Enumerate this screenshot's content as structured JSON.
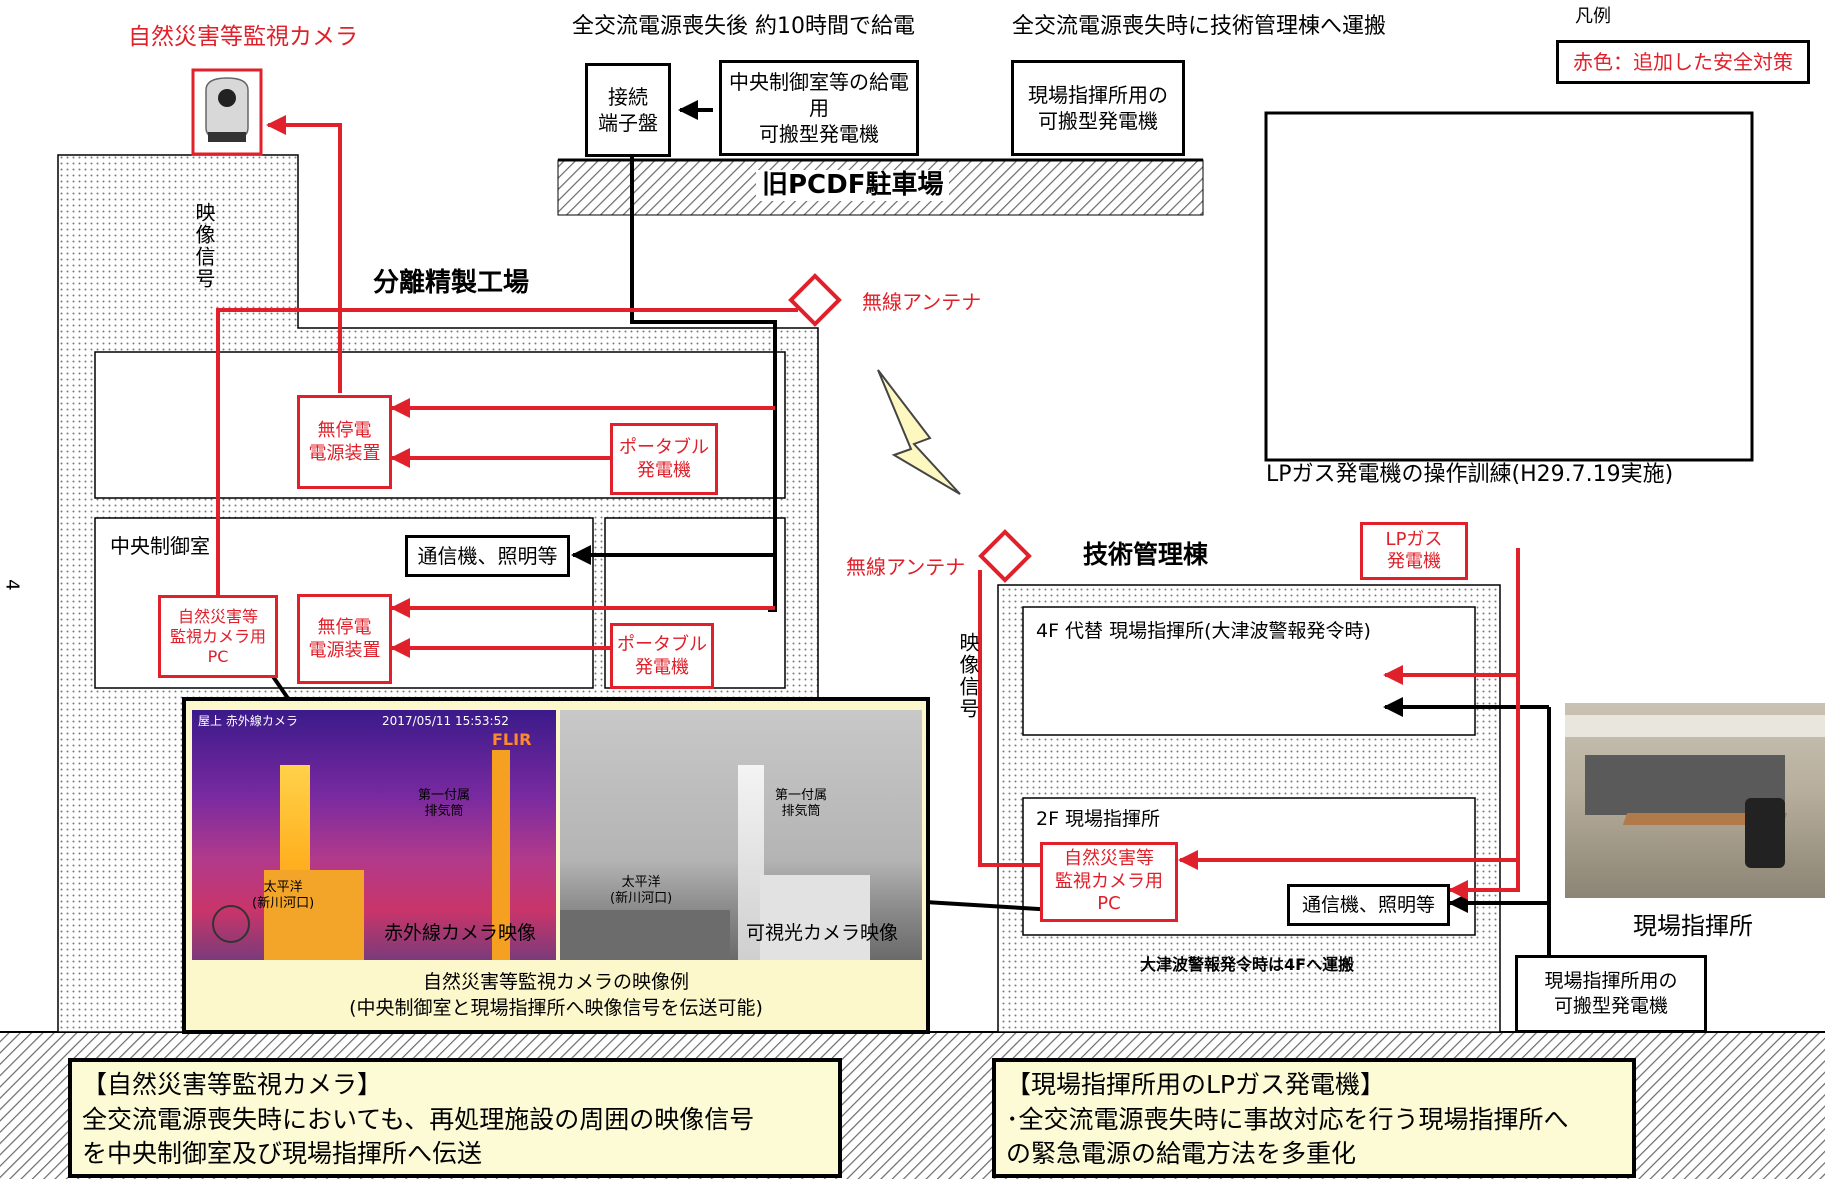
{
  "legend": {
    "title": "凡例",
    "item": "赤色：追加した安全対策"
  },
  "top": {
    "caption_left": "全交流電源喪失後 約10時間で給電",
    "caption_right": "全交流電源喪失時に技術管理棟へ運搬",
    "terminal_board": [
      "接続",
      "端子盤"
    ],
    "central_generator": [
      "中央制御室等の給電用",
      "可搬型発電機"
    ],
    "site_generator": [
      "現場指揮所用の",
      "可搬型発電機"
    ],
    "parking_label": "旧PCDF駐車場"
  },
  "camera": {
    "label": "自然災害等監視カメラ"
  },
  "plant": {
    "title": "分離精製工場",
    "video_signal": "映像信号",
    "antenna": "無線アンテナ",
    "ups_upper": [
      "無停電",
      "電源装置"
    ],
    "portable_upper": [
      "ポータブル",
      "発電機"
    ],
    "control_room": "中央制御室",
    "comm_light": "通信機、照明等",
    "camera_pc": [
      "自然災害等",
      "監視カメラ用",
      "PC"
    ],
    "ups_lower": [
      "無停電",
      "電源装置"
    ],
    "portable_lower": [
      "ポータブル",
      "発電機"
    ]
  },
  "page_number": "4",
  "video": {
    "ir_header": "屋上 赤外線カメラ",
    "ir_timestamp": "2017/05/11  15:53:52",
    "ir_brand": "FLIR",
    "stack_label": [
      "第一付属",
      "排気筒"
    ],
    "sea_label": [
      "太平洋",
      "(新川河口)"
    ],
    "ir_caption": "赤外線カメラ映像",
    "vis_caption": "可視光カメラ映像",
    "caption": [
      "自然災害等監視カメラの映像例",
      "(中央制御室と現場指揮所へ映像信号を伝送可能)"
    ]
  },
  "training": {
    "caption": "LPガス発電機の操作訓練(H29.7.19実施)"
  },
  "tech": {
    "title": "技術管理棟",
    "antenna": "無線アンテナ",
    "video_signal": "映像信号",
    "lp_generator": [
      "LPガス",
      "発電機"
    ],
    "floor4": "4F 代替 現場指揮所(大津波警報発令時)",
    "floor2": "2F 現場指揮所",
    "camera_pc": [
      "自然災害等",
      "監視カメラ用",
      "PC"
    ],
    "comm_light": "通信機、照明等",
    "tsunami_note": "大津波警報発令時は4Fへ運搬",
    "site_generator": [
      "現場指揮所用の",
      "可搬型発電機"
    ]
  },
  "photo": {
    "caption": "現場指揮所"
  },
  "notes": {
    "left": [
      "【自然災害等監視カメラ】",
      "全交流電源喪失時においても、再処理施設の周囲の映像信号",
      "を中央制御室及び現場指揮所へ伝送"
    ],
    "right": [
      "【現場指揮所用のLPガス発電機】",
      "･全交流電源喪失時に事故対応を行う現場指揮所へ",
      "の緊急電源の給電方法を多重化"
    ]
  },
  "colors": {
    "accent_red": "#e0202a",
    "note_bg": "#fdfbd6"
  }
}
